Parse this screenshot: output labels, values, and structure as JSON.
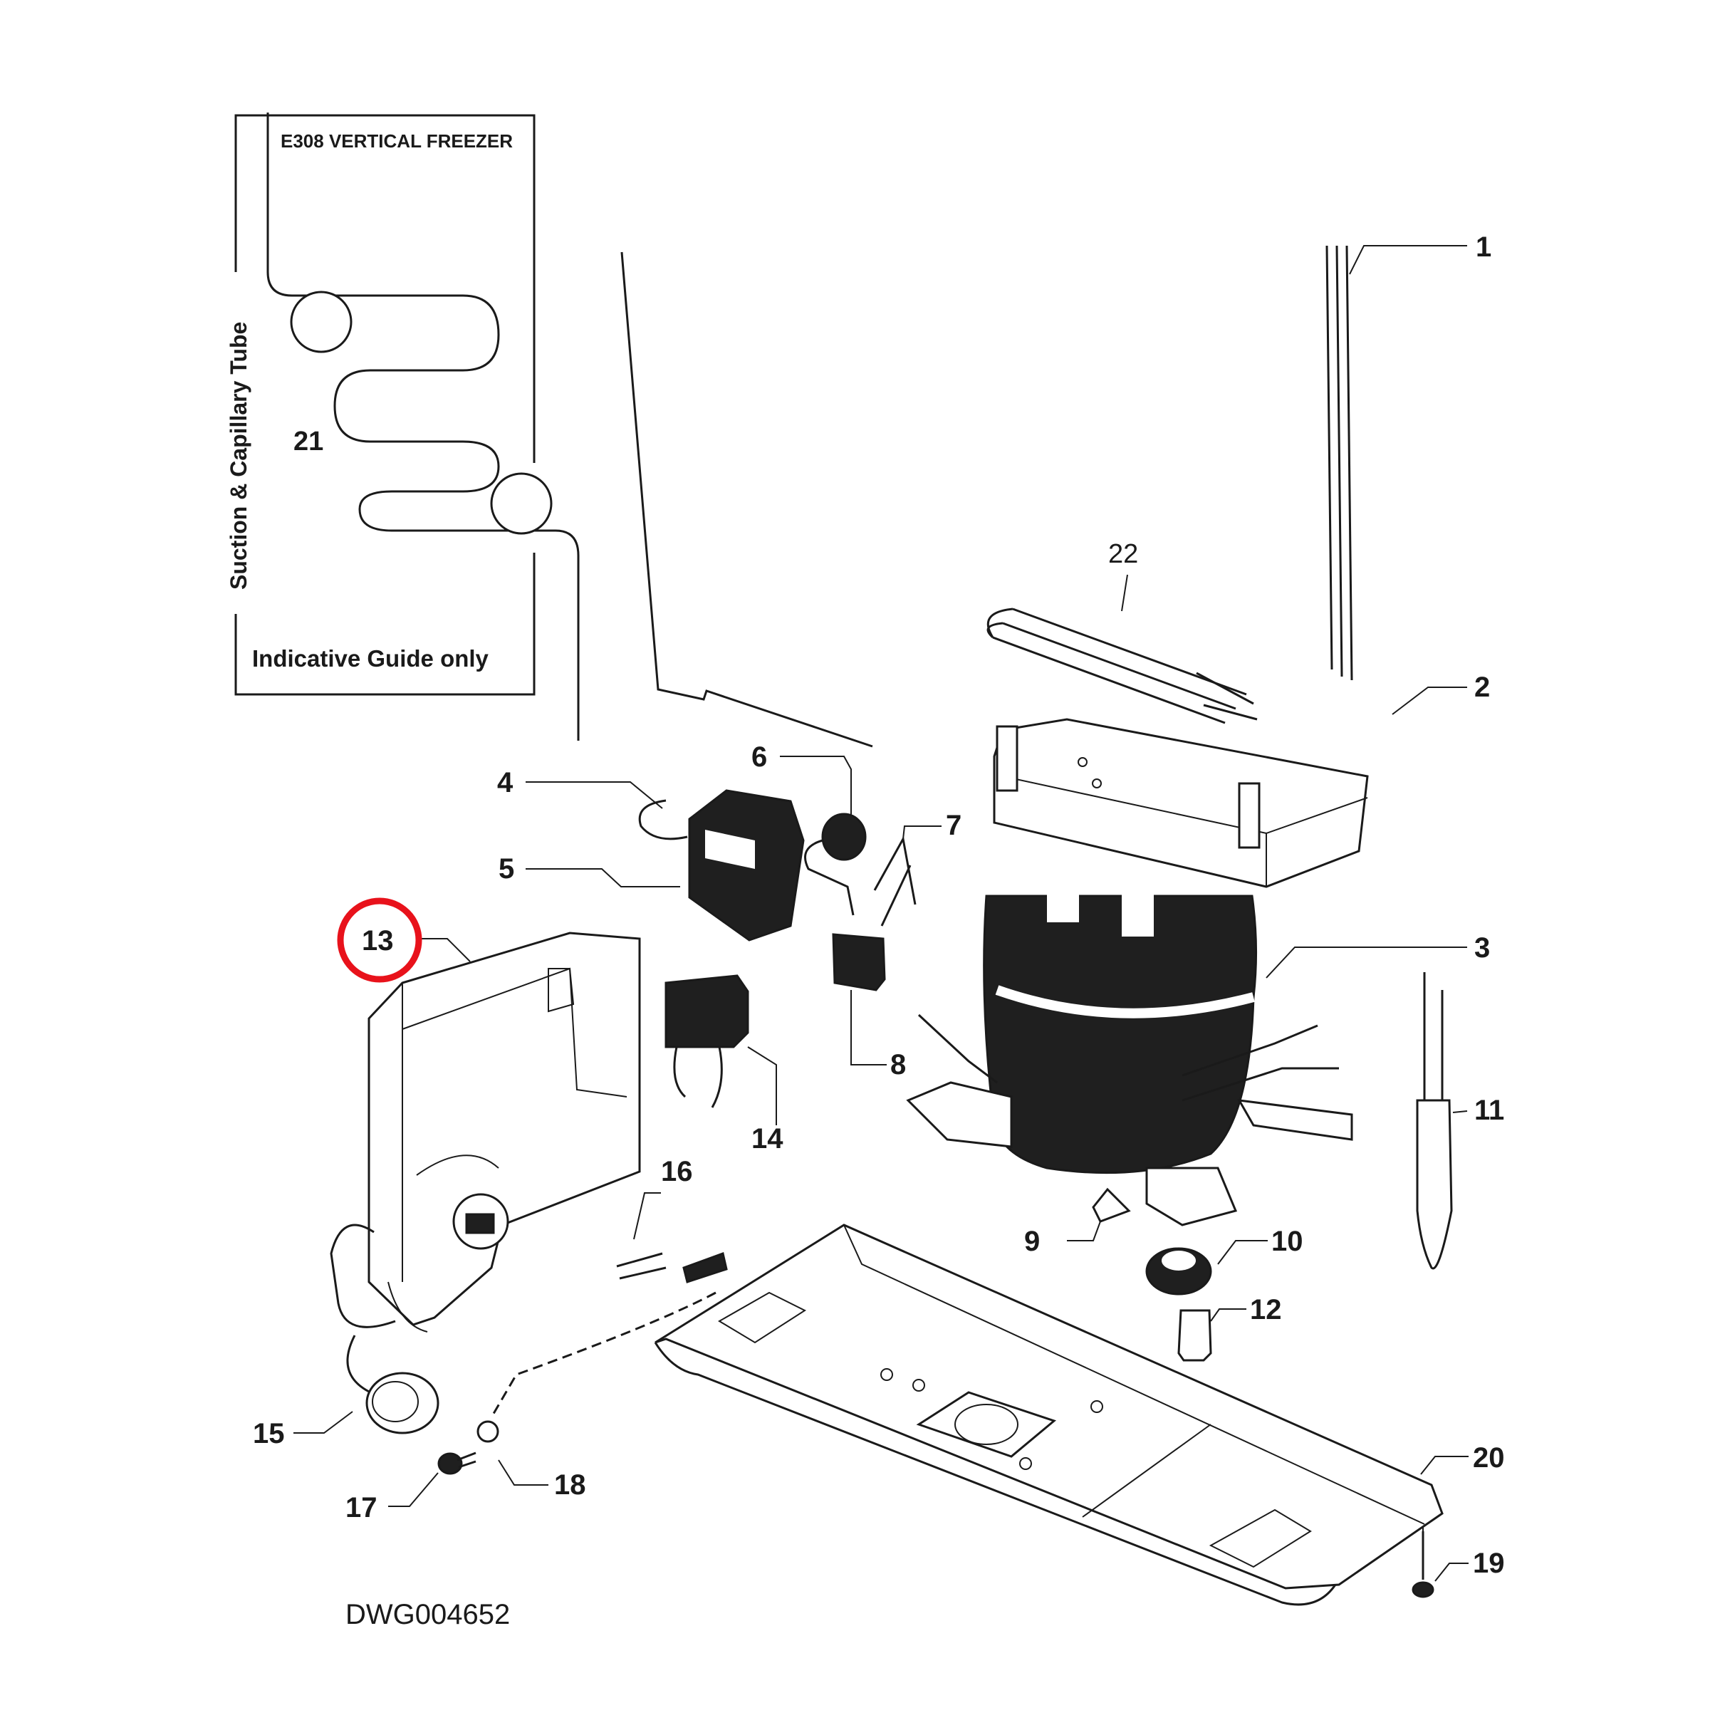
{
  "inset": {
    "title": "E308 VERTICAL FREEZER",
    "side_label": "Suction & Capillary Tube",
    "part_number": "21",
    "note": "Indicative  Guide only"
  },
  "callouts": {
    "p1": "1",
    "p2": "2",
    "p3": "3",
    "p4": "4",
    "p5": "5",
    "p6": "6",
    "p7": "7",
    "p8": "8",
    "p9": "9",
    "p10": "10",
    "p11": "11",
    "p12": "12",
    "p13": "13",
    "p14": "14",
    "p15": "15",
    "p16": "16",
    "p17": "17",
    "p18": "18",
    "p19": "19",
    "p20": "20",
    "p22": "22"
  },
  "highlight": {
    "part": "13",
    "color": "#e8121b"
  },
  "drawing_number": "DWG004652"
}
